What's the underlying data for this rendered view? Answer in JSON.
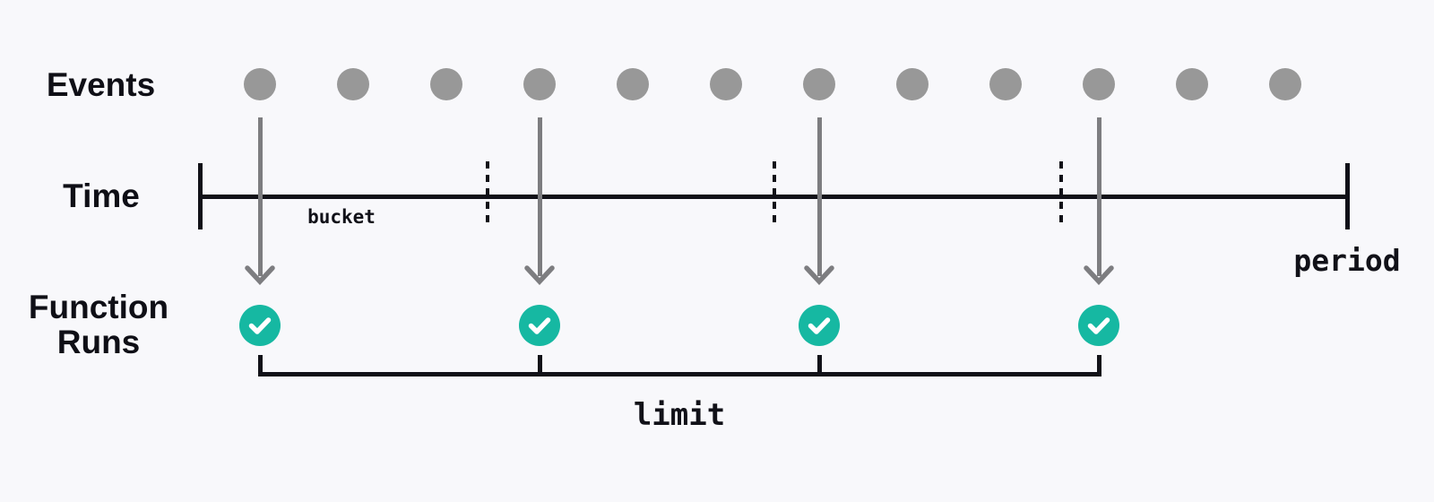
{
  "rows": {
    "events": {
      "label": "Events"
    },
    "time": {
      "label": "Time"
    },
    "function_runs": {
      "label": "Function Runs"
    }
  },
  "annotations": {
    "bucket": "bucket",
    "period": "period",
    "limit": "limit"
  },
  "colors": {
    "background": "#f8f8fb",
    "event_dot": "#989898",
    "arrow": "#7d7d80",
    "axis": "#111118",
    "check_circle": "#16b8a2",
    "check_mark": "#ffffff"
  },
  "diagram": {
    "event_count": 12,
    "arrow_event_indices": [
      0,
      3,
      6,
      9
    ],
    "bucket_count": 4,
    "function_run_count": 4
  }
}
